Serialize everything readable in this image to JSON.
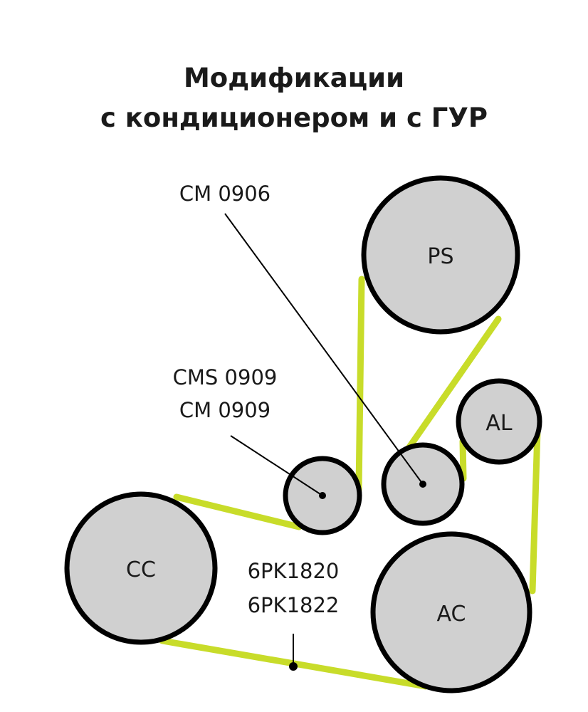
{
  "title": {
    "line1": "Модификации",
    "line2": "с кондиционером и с ГУР"
  },
  "pulleys": {
    "ps": "PS",
    "al": "AL",
    "cc": "CC",
    "ac": "AC"
  },
  "parts": {
    "tensioner_line1": "CMS 0909",
    "tensioner_line2": "CM 0909",
    "idler": "CM 0906",
    "belt_line1": "6PK1820",
    "belt_line2": "6PK1822"
  },
  "colors": {
    "belt": "#c8dc2a",
    "pulley_fill": "#d0d0d0",
    "outline": "#000000"
  }
}
